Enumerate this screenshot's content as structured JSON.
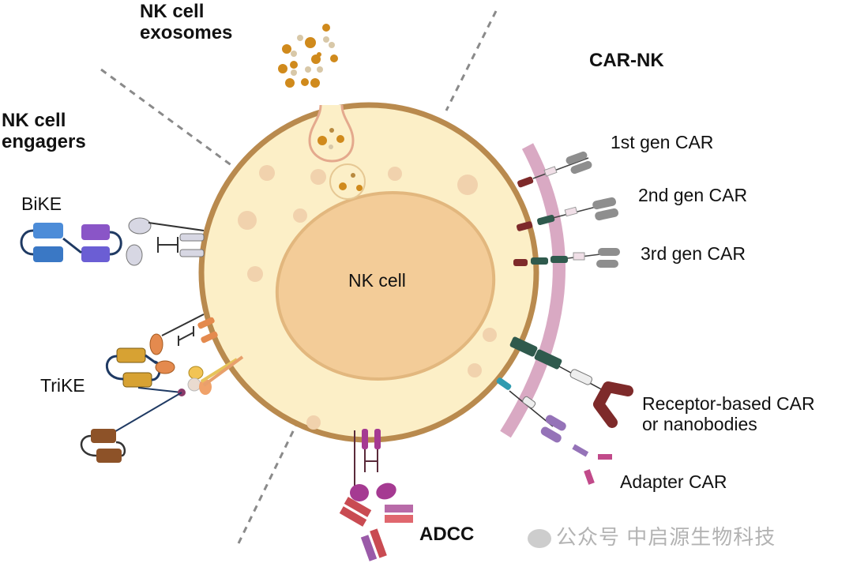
{
  "labels": {
    "exosomes": [
      "NK cell",
      "exosomes"
    ],
    "engagers": [
      "NK cell",
      "engagers"
    ],
    "car_nk": "CAR-NK",
    "center": "NK cell",
    "bike": "BiKE",
    "trike": "TriKE",
    "adcc": "ADCC",
    "car_1st": "1st gen CAR",
    "car_2nd": "2nd gen CAR",
    "car_3rd": "3rd gen CAR",
    "receptor_car": [
      "Receptor-based CAR",
      "or nanobodies"
    ],
    "adapter_car": "Adapter CAR"
  },
  "watermark": "公众号 中启源生物科技",
  "colors": {
    "cytoplasm": "#fcefc7",
    "membrane": "#b98a4e",
    "nucleus": "#f3cc98",
    "nucleus_edge": "#e2b77e",
    "vesicle": "#f1d2ad",
    "exosome": "#d08a1c",
    "target_membrane": "#d9a9c3",
    "divider": "#8a8a8a",
    "car_red": "#7e2a2a",
    "car_green": "#2f5a4d",
    "car_gray": "#8e8e8e",
    "bike_blue": "#4c8cd8",
    "bike_purple": "#8a55c7",
    "trike_gold": "#d7a233",
    "trike_orange": "#e48a4e",
    "trike_brown": "#8d5228",
    "adcc_magenta": "#a53a92",
    "adcc_red": "#c94b52",
    "adapter_purple": "#9573b8",
    "cyan_domain": "#2f9bb0"
  }
}
